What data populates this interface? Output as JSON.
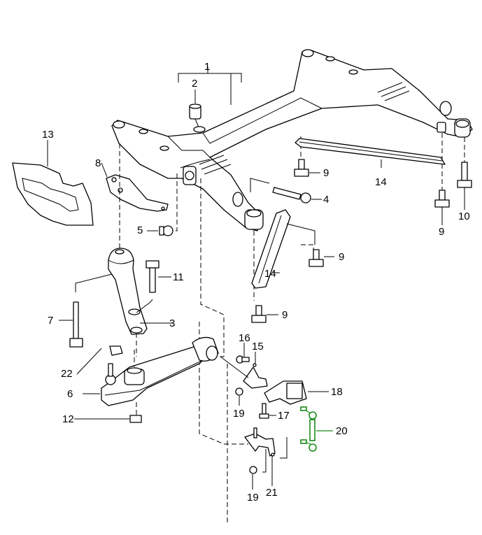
{
  "diagram": {
    "title": "Front axle crossmember assembly exploded view",
    "highlight_color": "#1a8a1a",
    "callouts": [
      {
        "id": "c1",
        "label": "1"
      },
      {
        "id": "c2",
        "label": "2"
      },
      {
        "id": "c3",
        "label": "3"
      },
      {
        "id": "c4",
        "label": "4"
      },
      {
        "id": "c5",
        "label": "5"
      },
      {
        "id": "c6",
        "label": "6"
      },
      {
        "id": "c7",
        "label": "7"
      },
      {
        "id": "c8",
        "label": "8"
      },
      {
        "id": "c9a",
        "label": "9"
      },
      {
        "id": "c9b",
        "label": "9"
      },
      {
        "id": "c9c",
        "label": "9"
      },
      {
        "id": "c9d",
        "label": "9"
      },
      {
        "id": "c10",
        "label": "10"
      },
      {
        "id": "c11",
        "label": "11"
      },
      {
        "id": "c12",
        "label": "12"
      },
      {
        "id": "c13",
        "label": "13"
      },
      {
        "id": "c14a",
        "label": "14"
      },
      {
        "id": "c14b",
        "label": "14"
      },
      {
        "id": "c15",
        "label": "15"
      },
      {
        "id": "c16",
        "label": "16"
      },
      {
        "id": "c17",
        "label": "17"
      },
      {
        "id": "c18",
        "label": "18"
      },
      {
        "id": "c19a",
        "label": "19"
      },
      {
        "id": "c19b",
        "label": "19"
      },
      {
        "id": "c20",
        "label": "20"
      },
      {
        "id": "c21",
        "label": "21"
      },
      {
        "id": "c22",
        "label": "22"
      }
    ]
  }
}
